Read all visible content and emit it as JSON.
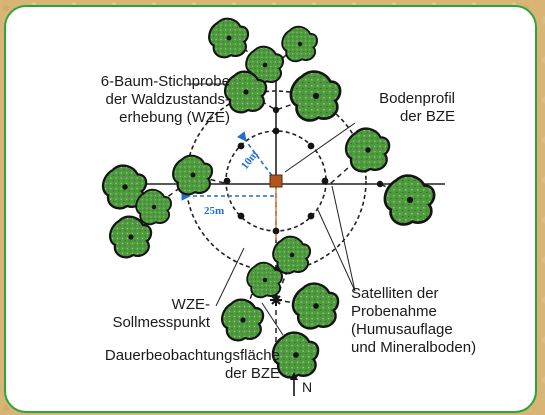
{
  "labels": {
    "tree_sample": "6-Baum-Stichprobe\nder Waldzustands-\nerhebung (WZE)",
    "soil_profile": "Bodenprofil\nder BZE",
    "satellites": "Satelliten der\nProbenahme\n(Humusauflage\nund Mineralboden)",
    "wze_point": "WZE-\nSollmesspunkt",
    "permanent_plot": "Dauerbeobachtungsfläche\nder BZE",
    "north": "N",
    "radius_inner": "10m",
    "radius_outer": "25m"
  },
  "colors": {
    "frame": "#2aa53c",
    "tree_fill": "#4f9a3f",
    "tree_outline": "#141414",
    "soil_profile_fill": "#b3541e",
    "radius_line": "#1f6fd1",
    "background": "#d9b77a"
  },
  "icons": [
    "north-arrow-icon",
    "tree-crown-icon"
  ]
}
